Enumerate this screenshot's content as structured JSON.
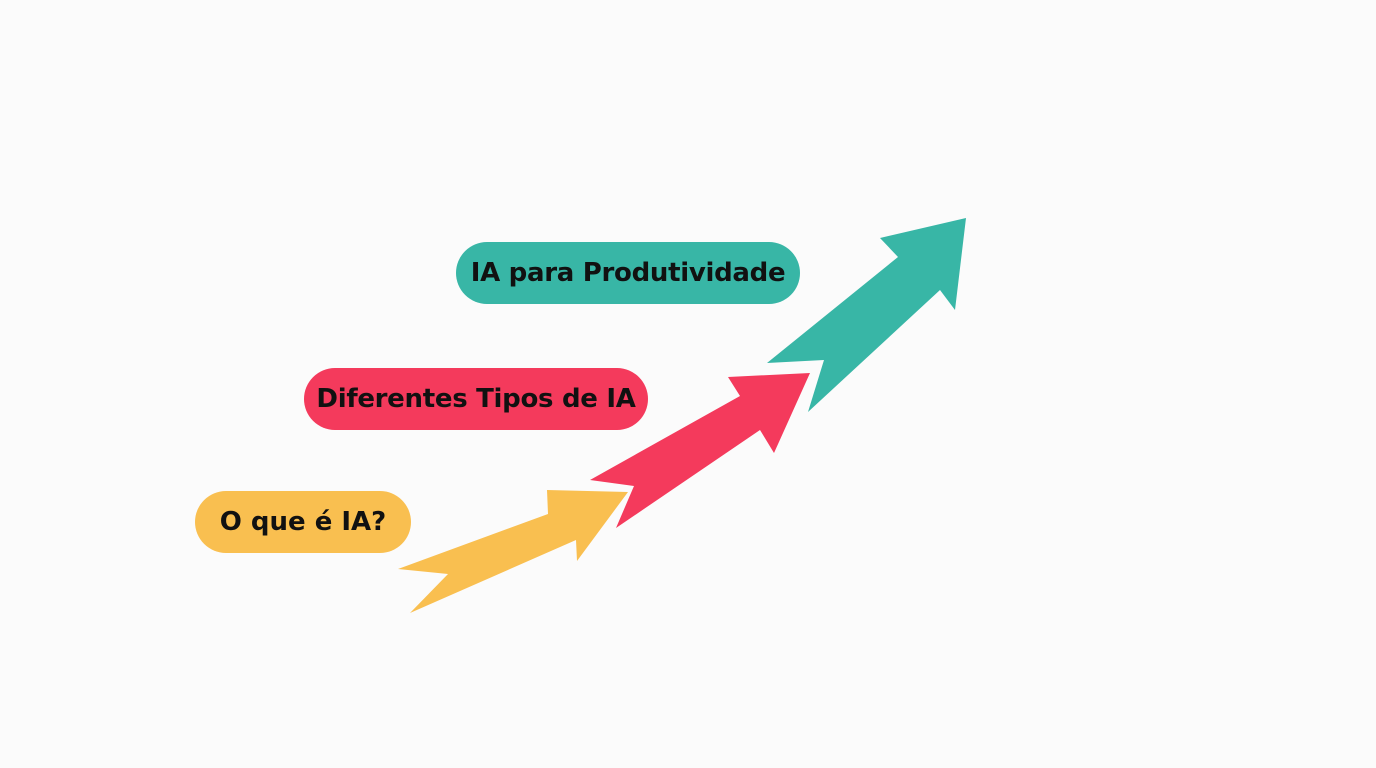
{
  "steps": [
    {
      "label": "O que é IA?",
      "color": "#f9bf50"
    },
    {
      "label": "Diferentes Tipos de IA",
      "color": "#f43a5c"
    },
    {
      "label": "IA para Produtividade",
      "color": "#38b6a6"
    }
  ],
  "background": "#fbfbfb",
  "text_color": "#111111"
}
